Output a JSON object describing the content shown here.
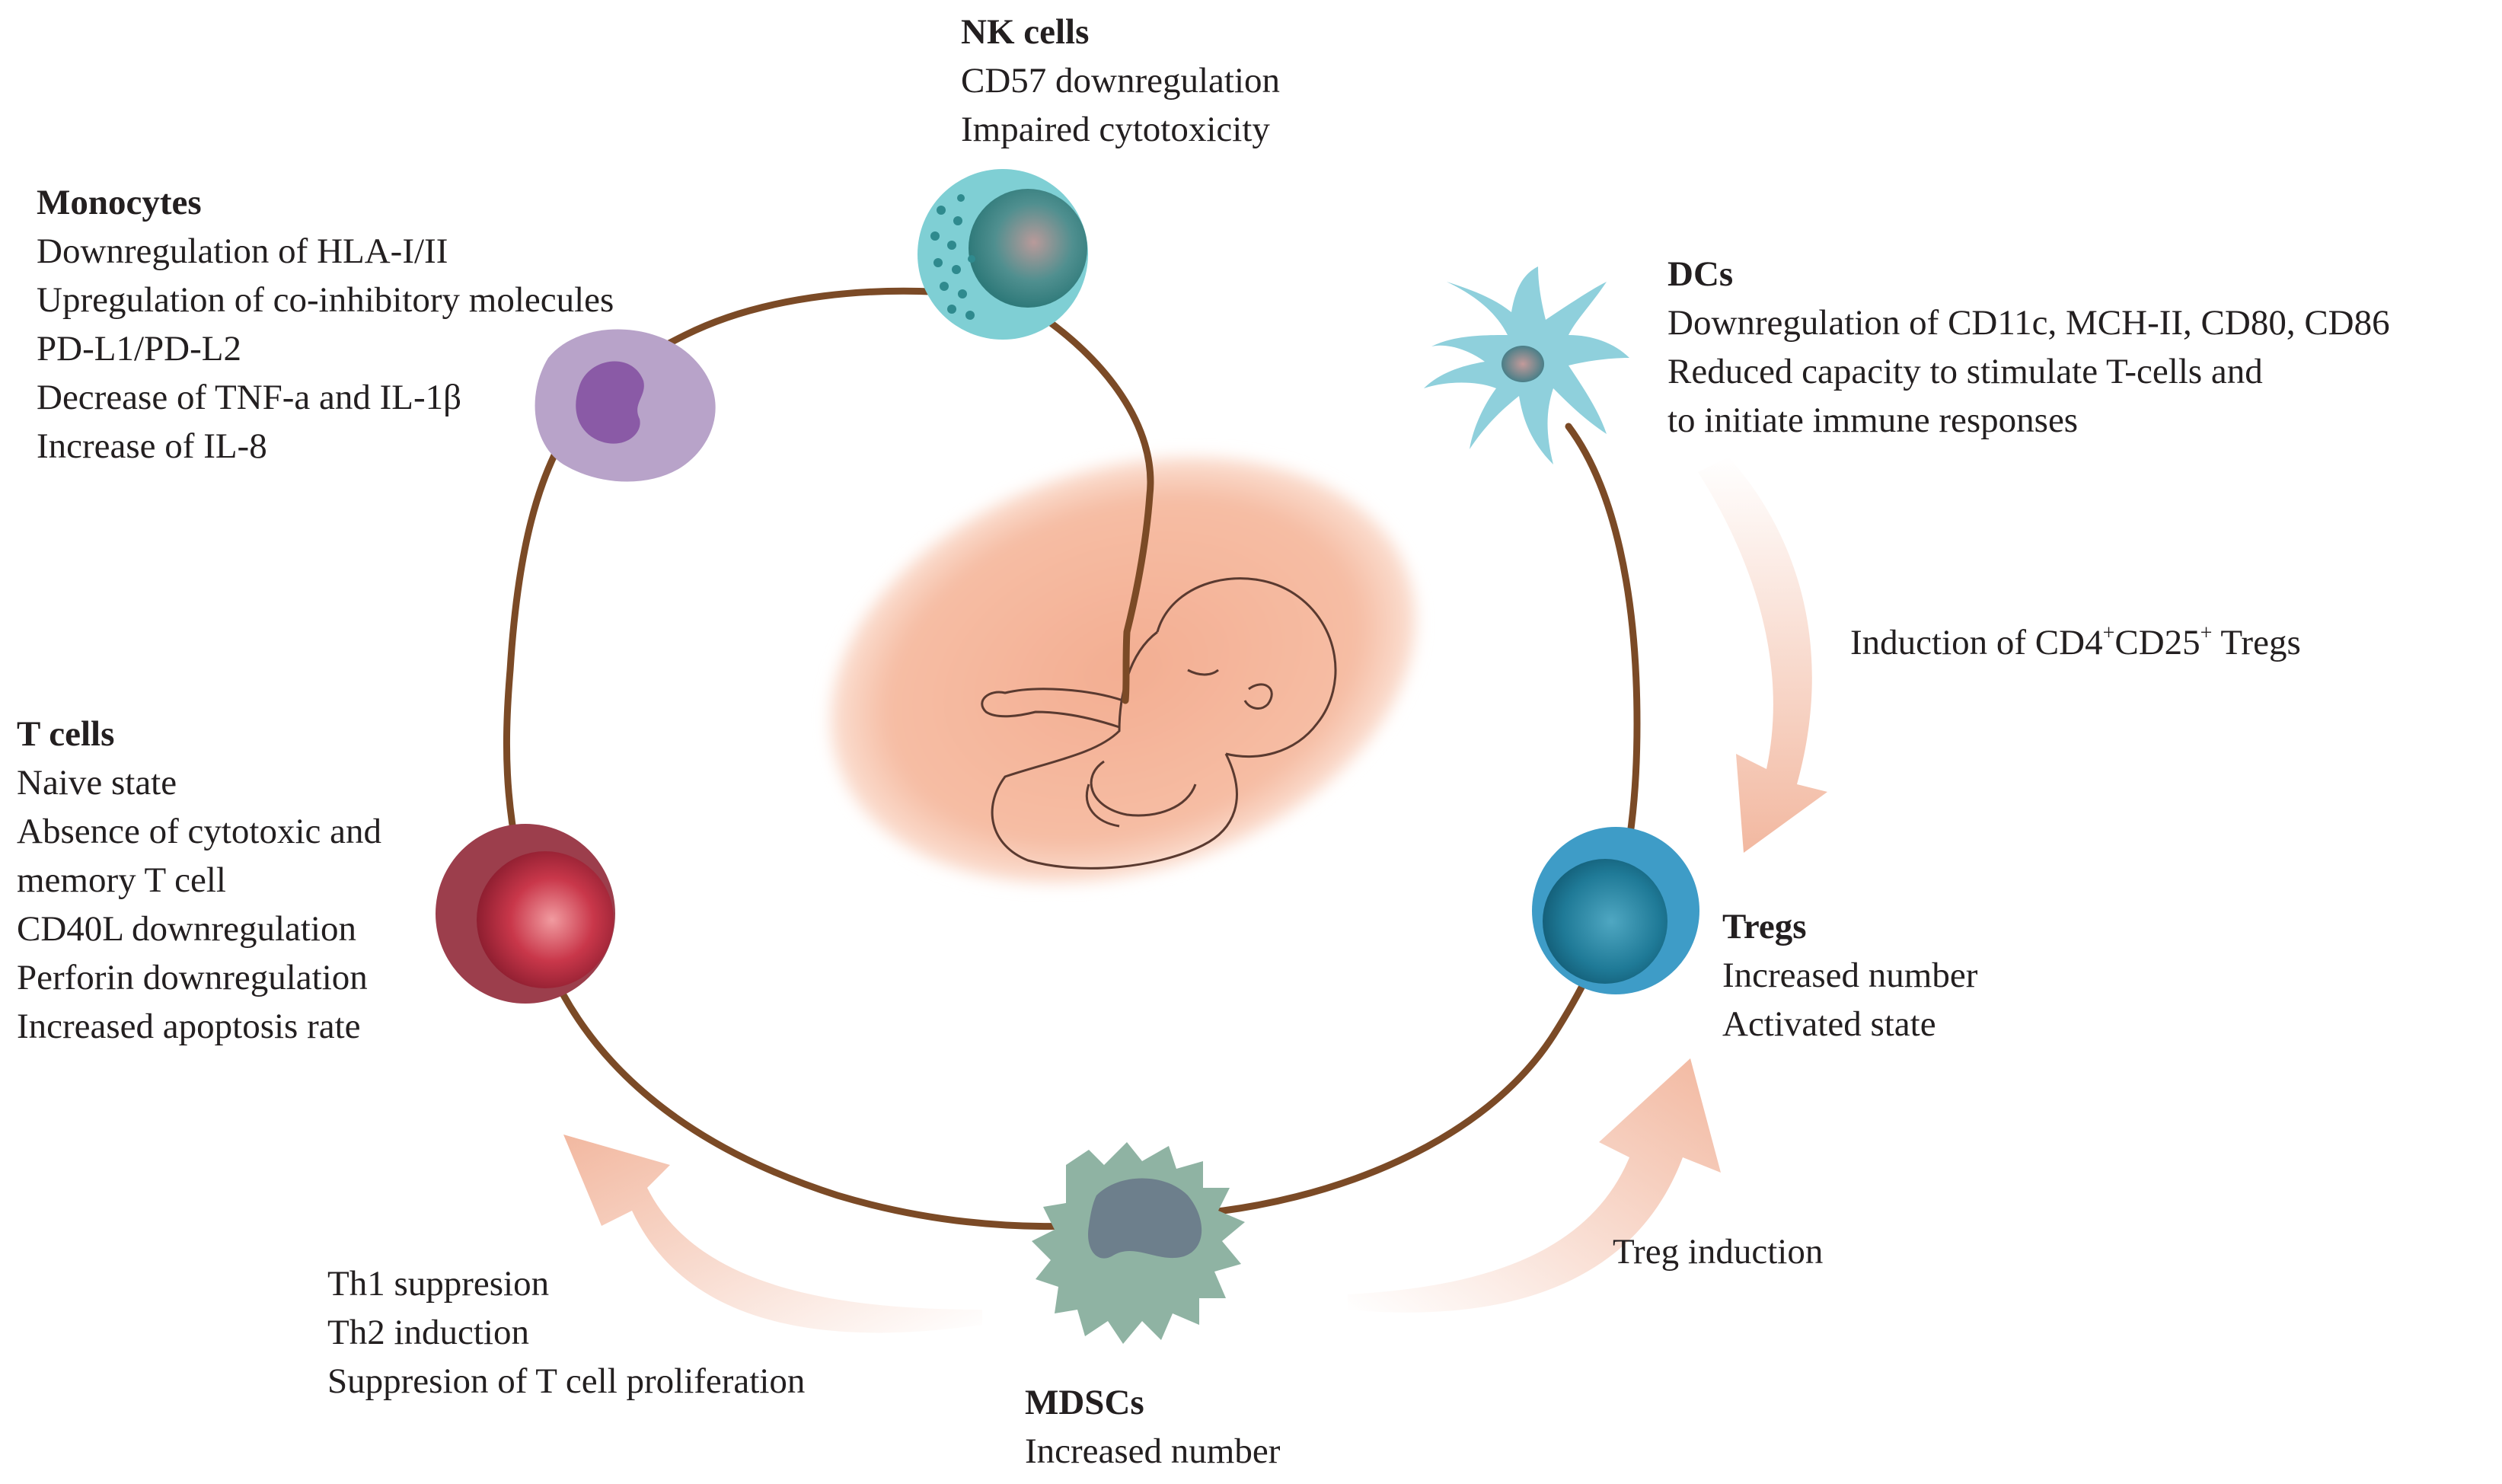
{
  "colors": {
    "ring": "#7b4a26",
    "arrow": "#f2b8a0",
    "embryo_bg": "#f4b79d",
    "nk": "#6fc9cf",
    "monocyte": "#9b7fb8",
    "dc": "#8fd0dc",
    "tcell": "#9c2b3c",
    "treg": "#2b8fb8",
    "mdsc": "#8bb0a0"
  },
  "icons": [
    "nk-cell-icon",
    "monocyte-icon",
    "dendritic-cell-icon",
    "t-cell-icon",
    "treg-cell-icon",
    "mdsc-cell-icon",
    "embryo-icon"
  ],
  "nk": {
    "title": "NK cells",
    "lines": [
      "CD57 downregulation",
      "Impaired cytotoxicity"
    ]
  },
  "monocytes": {
    "title": "Monocytes",
    "lines": [
      "Downregulation of HLA-I/II",
      "Upregulation of co-inhibitory molecules",
      "PD-L1/PD-L2",
      "Decrease of TNF-a and IL-1β",
      "Increase of IL-8"
    ]
  },
  "dcs": {
    "title": "DCs",
    "lines": [
      "Downregulation of CD11c, MCH-II, CD80, CD86",
      "Reduced capacity to stimulate T-cells and",
      "to initiate immune responses"
    ]
  },
  "tcells": {
    "title": "T cells",
    "lines": [
      "Naive state",
      "Absence of cytotoxic and",
      "memory T cell",
      "CD40L downregulation",
      "Perforin downregulation",
      "Increased apoptosis rate"
    ]
  },
  "tregs": {
    "title": "Tregs",
    "lines": [
      "Increased number",
      "Activated state"
    ]
  },
  "mdscs": {
    "title": "MDSCs",
    "lines": [
      "Increased number"
    ]
  },
  "arrows": {
    "dc_to_treg": {
      "prefix": "Induction of CD4",
      "sup1": "+",
      "mid": "CD25",
      "sup2": "+",
      "suffix": " Tregs"
    },
    "mdsc_to_treg": "Treg induction",
    "mdsc_to_tcell": [
      "Th1 suppresion",
      "Th2 induction",
      "Suppresion of T cell proliferation"
    ]
  }
}
